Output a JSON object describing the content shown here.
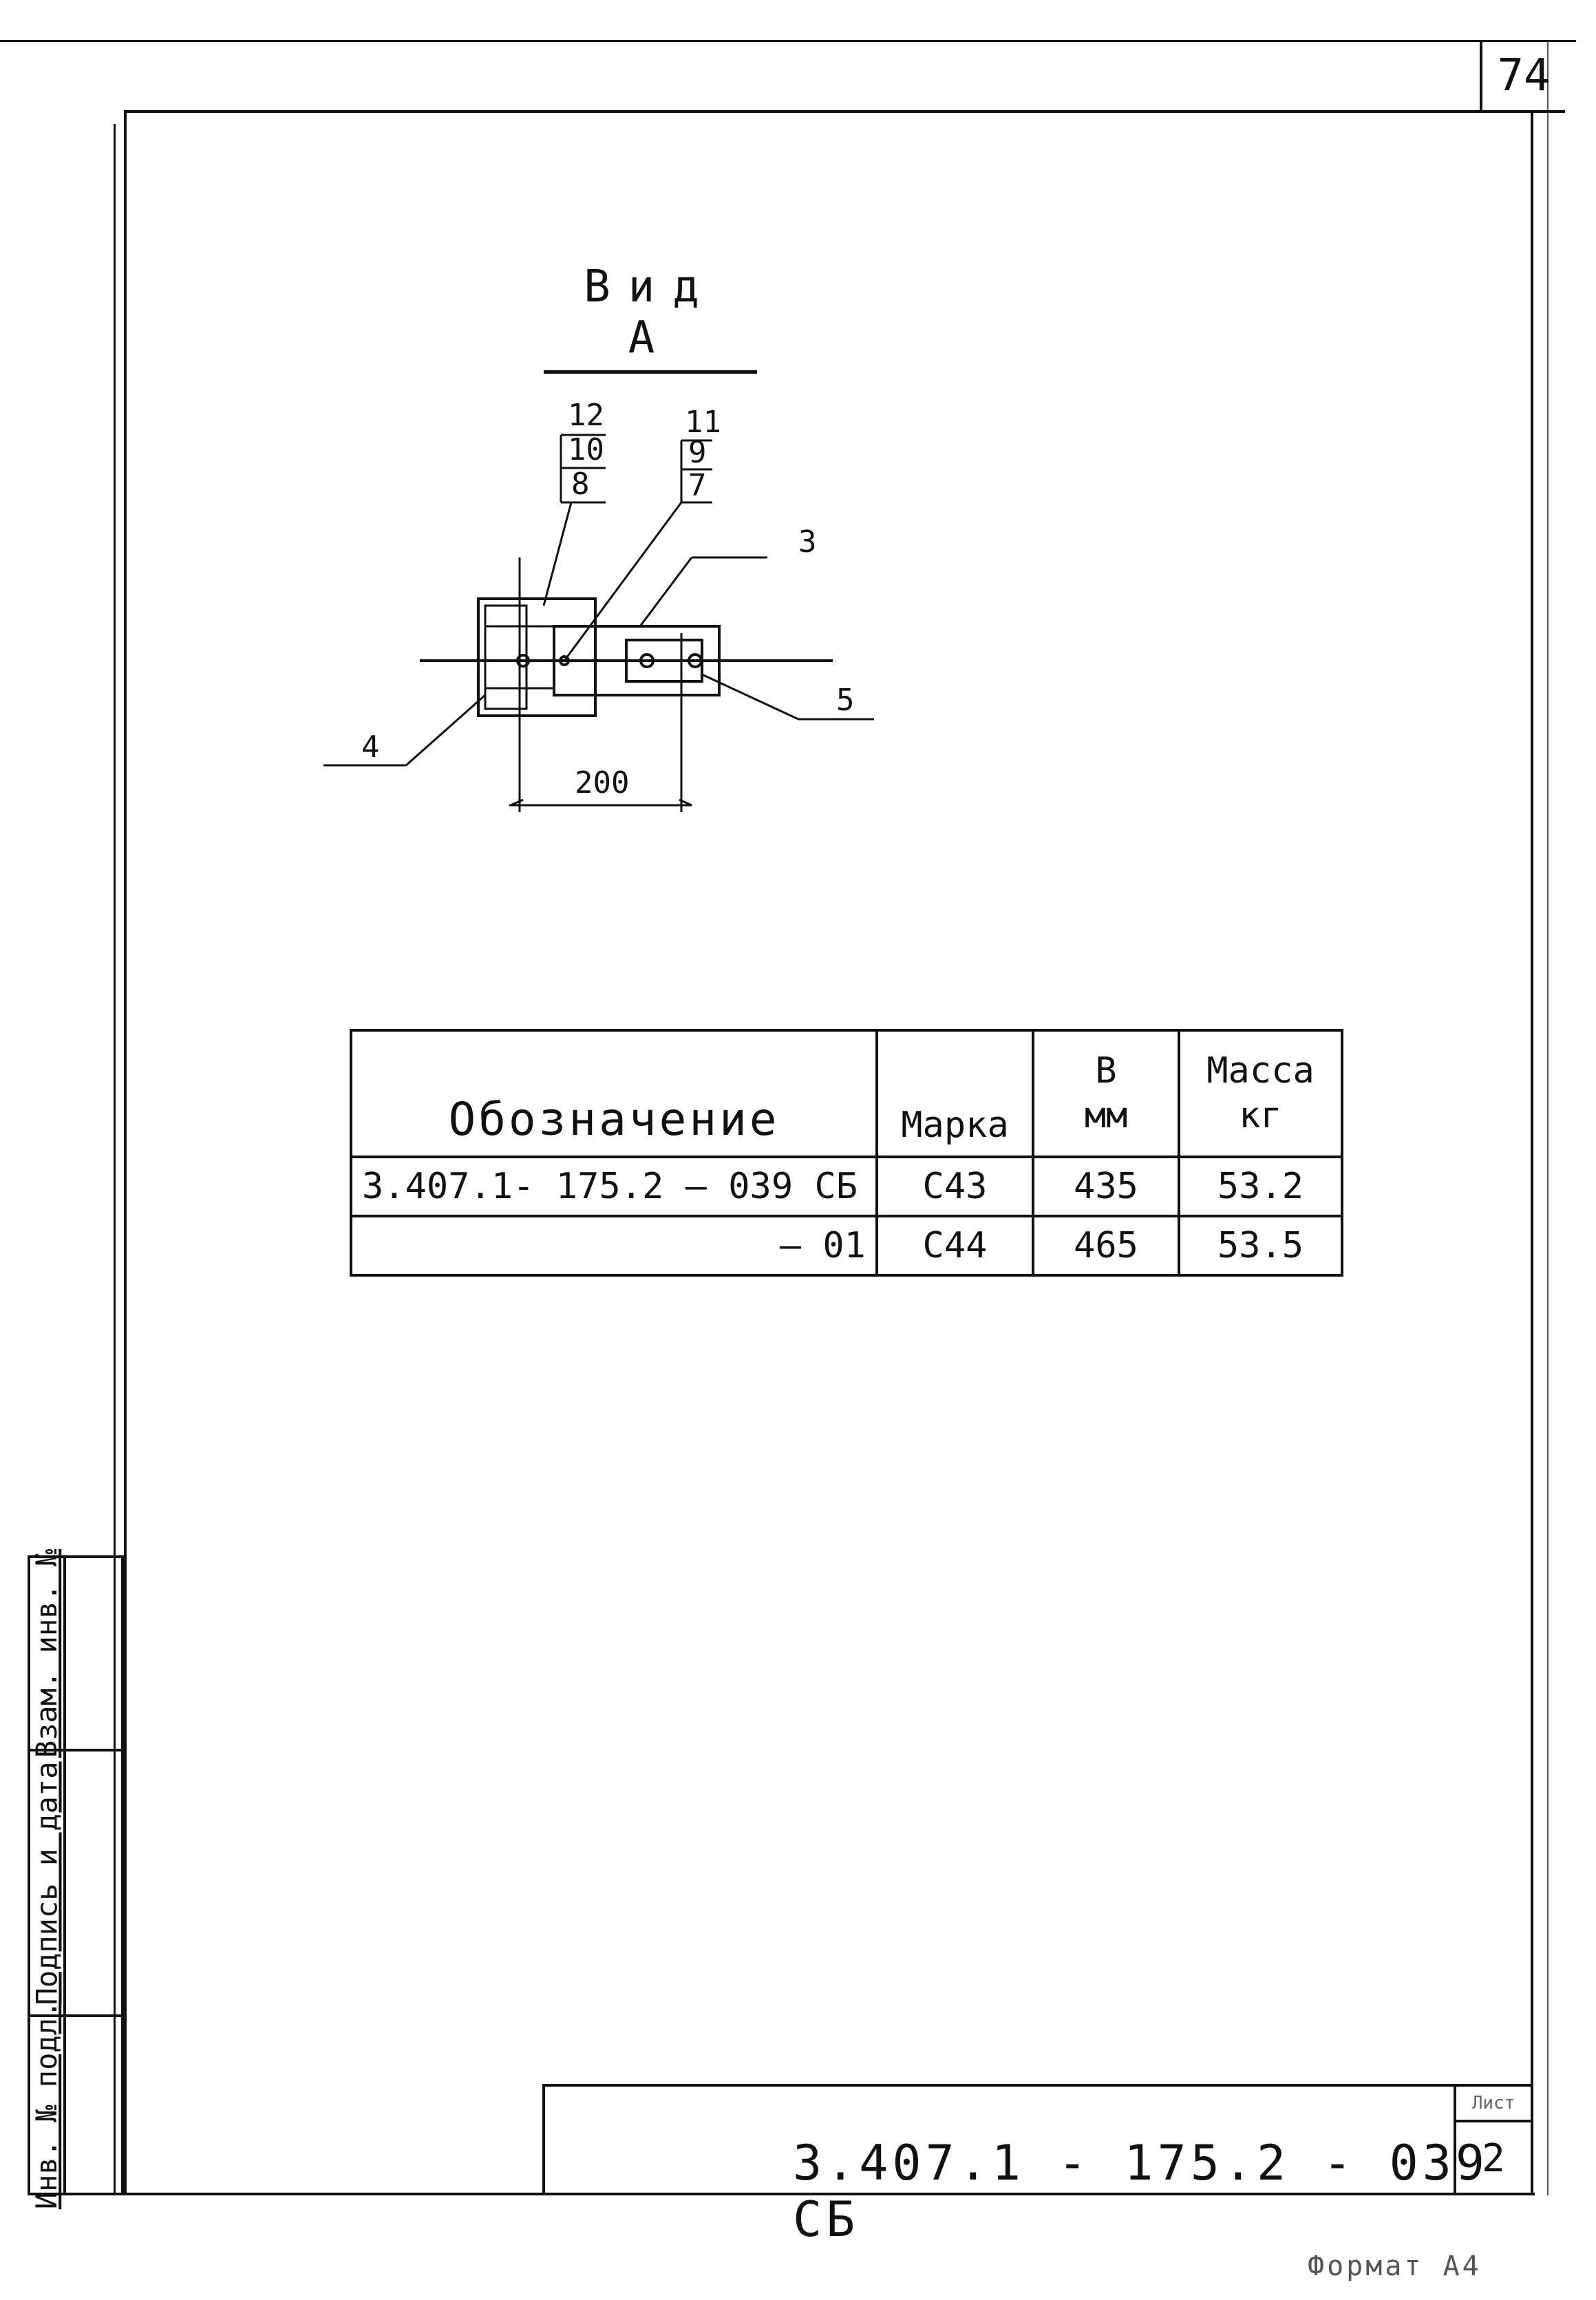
{
  "page_number": "74",
  "view_title": "Вид А",
  "drawing": {
    "callout_left": [
      "12",
      "10",
      "8"
    ],
    "callout_right": [
      "11",
      "9",
      "7"
    ],
    "callout_3": "3",
    "callout_4": "4",
    "callout_5": "5",
    "dimension": "200"
  },
  "spec_table": {
    "headers": {
      "designation": "Обозначение",
      "mark": "Марка",
      "b_line1": "В",
      "b_line2": "мм",
      "mass_line1": "Масса",
      "mass_line2": "кг"
    },
    "rows": [
      {
        "designation": "3.407.1- 175.2 — 039 СБ",
        "mark": "С43",
        "b": "435",
        "mass": "53.2"
      },
      {
        "designation": "— 01",
        "mark": "С44",
        "b": "465",
        "mass": "53.5"
      }
    ]
  },
  "stamp": {
    "vzam": "Взам. инв. №",
    "podpis": "Подпись и дата",
    "inv": "Инв. № подл."
  },
  "title_block": {
    "code": "3.407.1 - 175.2   - 039 СБ",
    "sheet_label": "Лист",
    "sheet_number": "2"
  },
  "format": "Формат А4"
}
